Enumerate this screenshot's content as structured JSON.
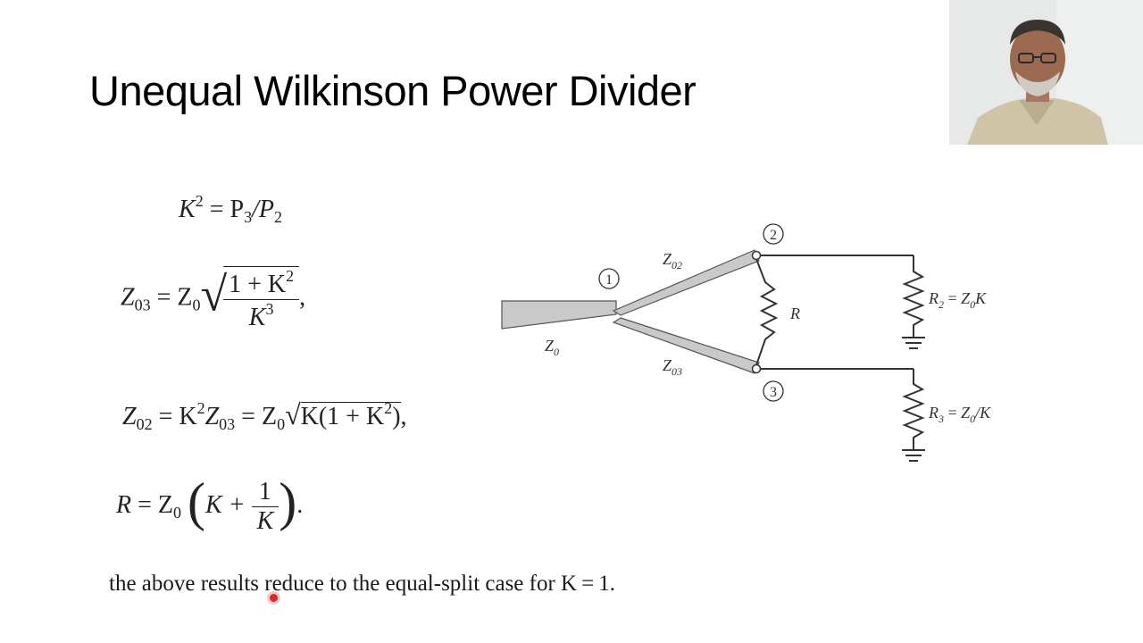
{
  "slide": {
    "title": "Unequal Wilkinson Power Divider",
    "footer": "the above results reduce to the equal-split case for K = 1."
  },
  "equations": {
    "eq1": {
      "lhs": "K",
      "rhs": "= P",
      "rhs2": "/P"
    },
    "eq2": {
      "lhs": "Z",
      "mid": " = Z",
      "num": "1 + K",
      "den": "K",
      "tail": ","
    },
    "eq3": {
      "lhs": "Z",
      "a": " = K",
      "b": "Z",
      "c": " = Z",
      "rad": "K(1 + K",
      "tail": ","
    },
    "eq4": {
      "lhs": "R",
      "a": " = Z",
      "b": "K + ",
      "num": "1",
      "den": "K",
      "tail": "."
    }
  },
  "circuit": {
    "port1": "1",
    "port2": "2",
    "port3": "3",
    "z02": "Z02",
    "z03": "Z03",
    "z0": "Z0",
    "r": "R",
    "r2": "R2 = Z0K",
    "r3": "R3 = Z0/K"
  },
  "webcam": {
    "icon": "presenter-video-icon"
  }
}
